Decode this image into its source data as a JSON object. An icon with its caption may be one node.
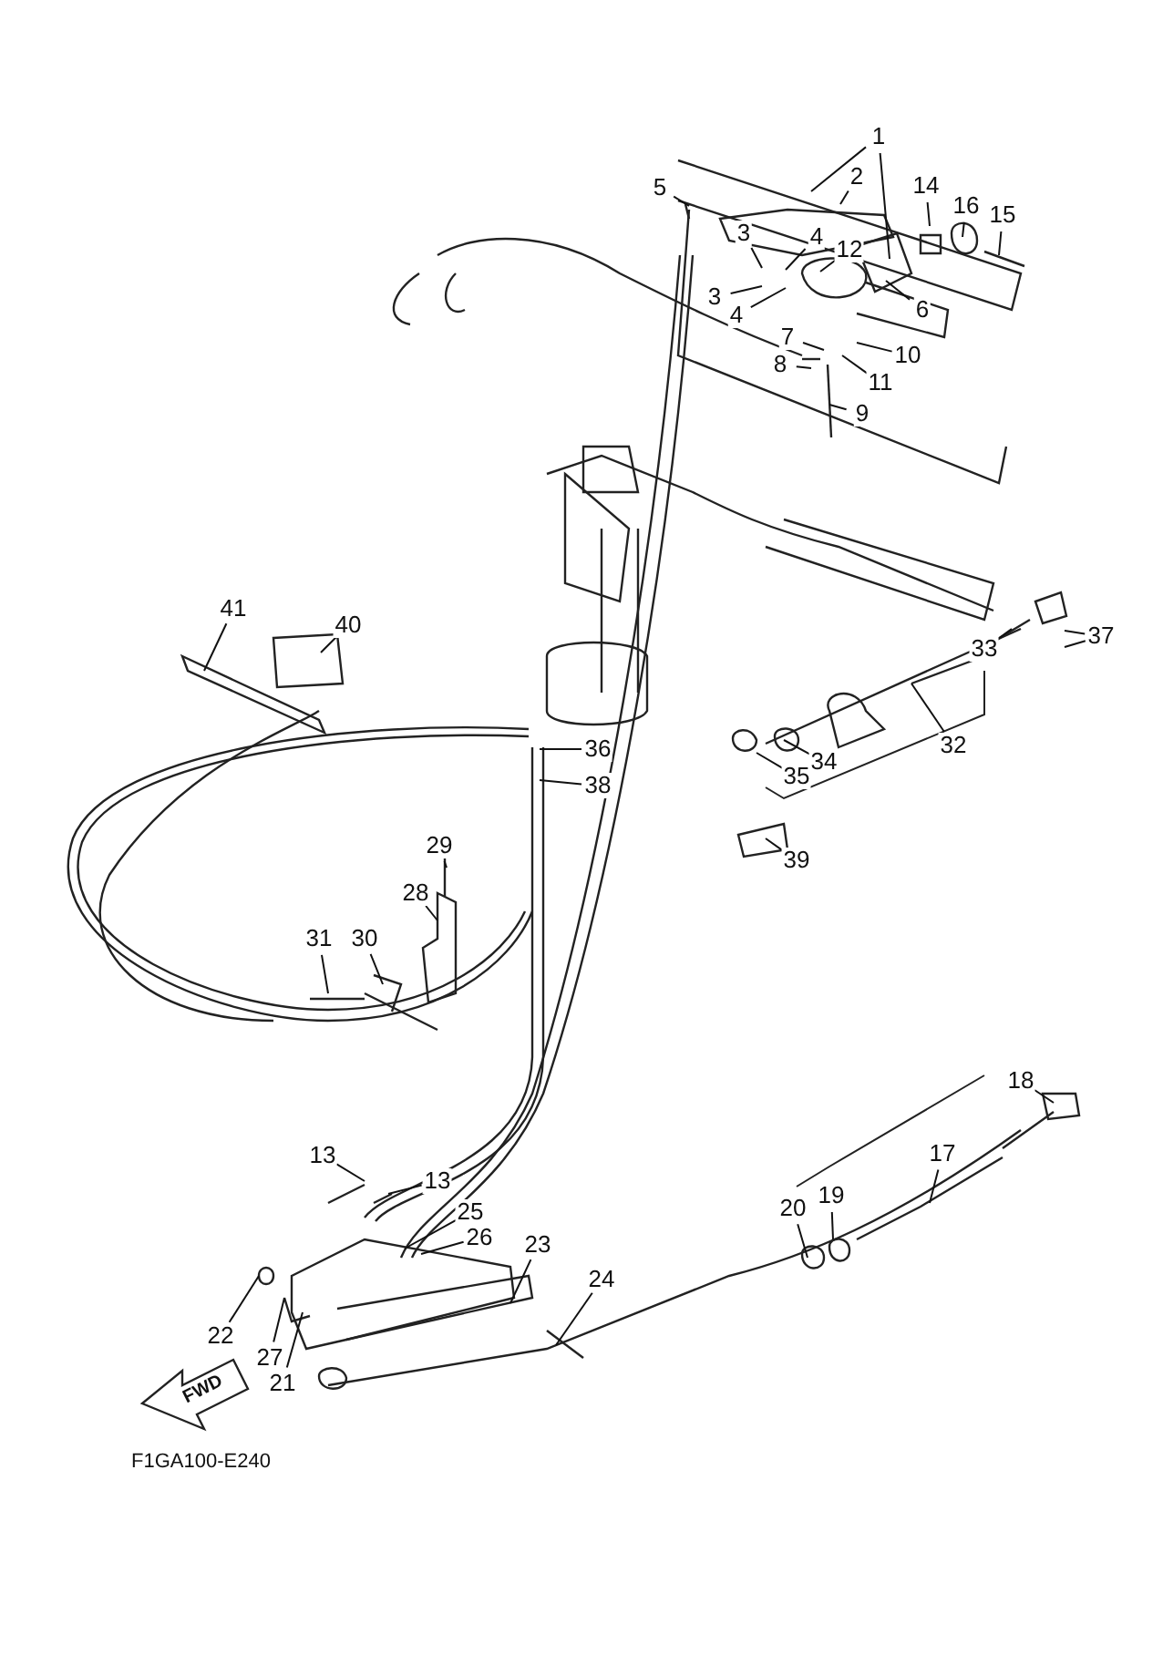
{
  "diagram": {
    "nodes": [
      {
        "text": [
          "1"
        ]
      },
      {
        "text": [
          "2"
        ]
      },
      {
        "text": [
          "5"
        ]
      },
      {
        "text": [
          "14"
        ]
      },
      {
        "text": [
          "16"
        ]
      },
      {
        "text": [
          "15"
        ]
      },
      {
        "text": [
          "3"
        ]
      },
      {
        "text": [
          "4"
        ]
      },
      {
        "text": [
          "12"
        ]
      },
      {
        "text": [
          "3"
        ]
      },
      {
        "text": [
          "4"
        ]
      },
      {
        "text": [
          "6"
        ]
      },
      {
        "text": [
          "7"
        ]
      },
      {
        "text": [
          "10"
        ]
      },
      {
        "text": [
          "8"
        ]
      },
      {
        "text": [
          "11"
        ]
      },
      {
        "text": [
          "9"
        ]
      },
      {
        "text": [
          "41"
        ]
      },
      {
        "text": [
          "40"
        ]
      },
      {
        "text": [
          "33"
        ]
      },
      {
        "text": [
          "37"
        ]
      },
      {
        "text": [
          "32"
        ]
      },
      {
        "text": [
          "36"
        ]
      },
      {
        "text": [
          "34"
        ]
      },
      {
        "text": [
          "35"
        ]
      },
      {
        "text": [
          "38"
        ]
      },
      {
        "text": [
          "39"
        ]
      },
      {
        "text": [
          "29"
        ]
      },
      {
        "text": [
          "28"
        ]
      },
      {
        "text": [
          "30"
        ]
      },
      {
        "text": [
          "31"
        ]
      },
      {
        "text": [
          "18"
        ]
      },
      {
        "text": [
          "17"
        ]
      },
      {
        "text": [
          "13"
        ]
      },
      {
        "text": [
          "19"
        ]
      },
      {
        "text": [
          "13"
        ]
      },
      {
        "text": [
          "20"
        ]
      },
      {
        "text": [
          "25"
        ]
      },
      {
        "text": [
          "26"
        ]
      },
      {
        "text": [
          "23"
        ]
      },
      {
        "text": [
          "24"
        ]
      },
      {
        "text": [
          "22"
        ]
      },
      {
        "text": [
          "27"
        ]
      },
      {
        "text": [
          "21"
        ]
      }
    ],
    "edges": [
      {
        "from": 0,
        "to": null,
        "arrow": "none"
      },
      {
        "from": 0,
        "to": null,
        "arrow": "none"
      },
      {
        "from": 1,
        "to": null,
        "arrow": "none"
      },
      {
        "from": 2,
        "to": null,
        "arrow": "none"
      },
      {
        "from": 3,
        "to": null,
        "arrow": "none"
      },
      {
        "from": 4,
        "to": null,
        "arrow": "none"
      },
      {
        "from": 5,
        "to": null,
        "arrow": "none"
      },
      {
        "from": 6,
        "to": null,
        "arrow": "none"
      },
      {
        "from": 7,
        "to": null,
        "arrow": "none"
      },
      {
        "from": 8,
        "to": null,
        "arrow": "none"
      },
      {
        "from": 9,
        "to": null,
        "arrow": "none"
      },
      {
        "from": 10,
        "to": null,
        "arrow": "none"
      },
      {
        "from": 11,
        "to": null,
        "arrow": "none"
      },
      {
        "from": 12,
        "to": null,
        "arrow": "none"
      },
      {
        "from": 13,
        "to": null,
        "arrow": "none"
      },
      {
        "from": 14,
        "to": null,
        "arrow": "none"
      },
      {
        "from": 15,
        "to": null,
        "arrow": "none"
      },
      {
        "from": 16,
        "to": null,
        "arrow": "none"
      },
      {
        "from": 17,
        "to": null,
        "arrow": "none"
      },
      {
        "from": 18,
        "to": null,
        "arrow": "none"
      },
      {
        "from": 19,
        "to": null,
        "arrow": "none"
      },
      {
        "from": 20,
        "to": null,
        "arrow": "none"
      },
      {
        "from": 20,
        "to": null,
        "arrow": "none"
      },
      {
        "from": 21,
        "to": null,
        "arrow": "none"
      },
      {
        "from": 22,
        "to": null,
        "arrow": "none"
      },
      {
        "from": 23,
        "to": null,
        "arrow": "none"
      },
      {
        "from": 24,
        "to": null,
        "arrow": "none"
      },
      {
        "from": 25,
        "to": null,
        "arrow": "none"
      },
      {
        "from": 26,
        "to": null,
        "arrow": "none"
      },
      {
        "from": 27,
        "to": null,
        "arrow": "none"
      },
      {
        "from": 28,
        "to": null,
        "arrow": "none"
      },
      {
        "from": 29,
        "to": null,
        "arrow": "none"
      },
      {
        "from": 30,
        "to": null,
        "arrow": "none"
      },
      {
        "from": 31,
        "to": null,
        "arrow": "none"
      },
      {
        "from": 32,
        "to": null,
        "arrow": "none"
      },
      {
        "from": 33,
        "to": null,
        "arrow": "none"
      },
      {
        "from": 34,
        "to": null,
        "arrow": "none"
      },
      {
        "from": 35,
        "to": null,
        "arrow": "none"
      },
      {
        "from": 36,
        "to": null,
        "arrow": "none"
      },
      {
        "from": 37,
        "to": null,
        "arrow": "none"
      },
      {
        "from": 38,
        "to": null,
        "arrow": "none"
      },
      {
        "from": 39,
        "to": null,
        "arrow": "none"
      },
      {
        "from": 40,
        "to": null,
        "arrow": "none"
      },
      {
        "from": 41,
        "to": null,
        "arrow": "none"
      },
      {
        "from": 42,
        "to": null,
        "arrow": "none"
      },
      {
        "from": 43,
        "to": null,
        "arrow": "none"
      }
    ],
    "labels": [
      "FWD",
      "F1GA100-E240"
    ]
  }
}
